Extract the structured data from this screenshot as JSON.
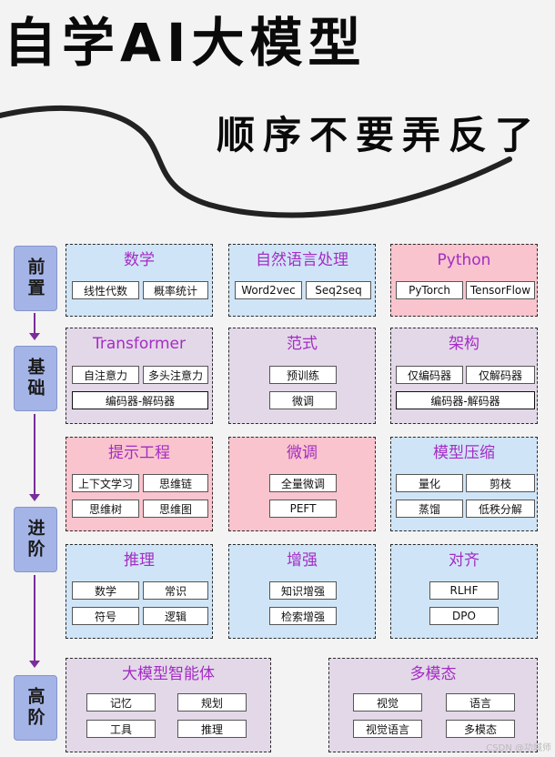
{
  "title": "自学AI大模型",
  "subtitle": "顺序不要弄反了",
  "stages": [
    "前置",
    "基础",
    "进阶",
    "高阶"
  ],
  "boxes": {
    "math": {
      "title": "数学",
      "chips": [
        "线性代数",
        "概率统计"
      ]
    },
    "nlp": {
      "title": "自然语言处理",
      "chips": [
        "Word2vec",
        "Seq2seq"
      ]
    },
    "python": {
      "title": "Python",
      "chips": [
        "PyTorch",
        "TensorFlow"
      ]
    },
    "transformer": {
      "title": "Transformer",
      "chips": [
        "自注意力",
        "多头注意力",
        "编码器-解码器"
      ]
    },
    "paradigm": {
      "title": "范式",
      "chips": [
        "预训练",
        "微调"
      ]
    },
    "arch": {
      "title": "架构",
      "chips": [
        "仅编码器",
        "仅解码器",
        "编码器-解码器"
      ]
    },
    "prompt": {
      "title": "提示工程",
      "chips": [
        "上下文学习",
        "思维链",
        "思维树",
        "思维图"
      ]
    },
    "finetune": {
      "title": "微调",
      "chips": [
        "全量微调",
        "PEFT"
      ]
    },
    "compress": {
      "title": "模型压缩",
      "chips": [
        "量化",
        "剪枝",
        "蒸馏",
        "低秩分解"
      ]
    },
    "reasoning": {
      "title": "推理",
      "chips": [
        "数学",
        "常识",
        "符号",
        "逻辑"
      ]
    },
    "augment": {
      "title": "增强",
      "chips": [
        "知识增强",
        "检索增强"
      ]
    },
    "align": {
      "title": "对齐",
      "chips": [
        "RLHF",
        "DPO"
      ]
    },
    "agent": {
      "title": "大模型智能体",
      "chips": [
        "记忆",
        "规划",
        "工具",
        "推理"
      ]
    },
    "multimodal": {
      "title": "多模态",
      "chips": [
        "视觉",
        "语言",
        "视觉语言",
        "多模态"
      ]
    }
  },
  "watermark": "CSDN @功城师"
}
